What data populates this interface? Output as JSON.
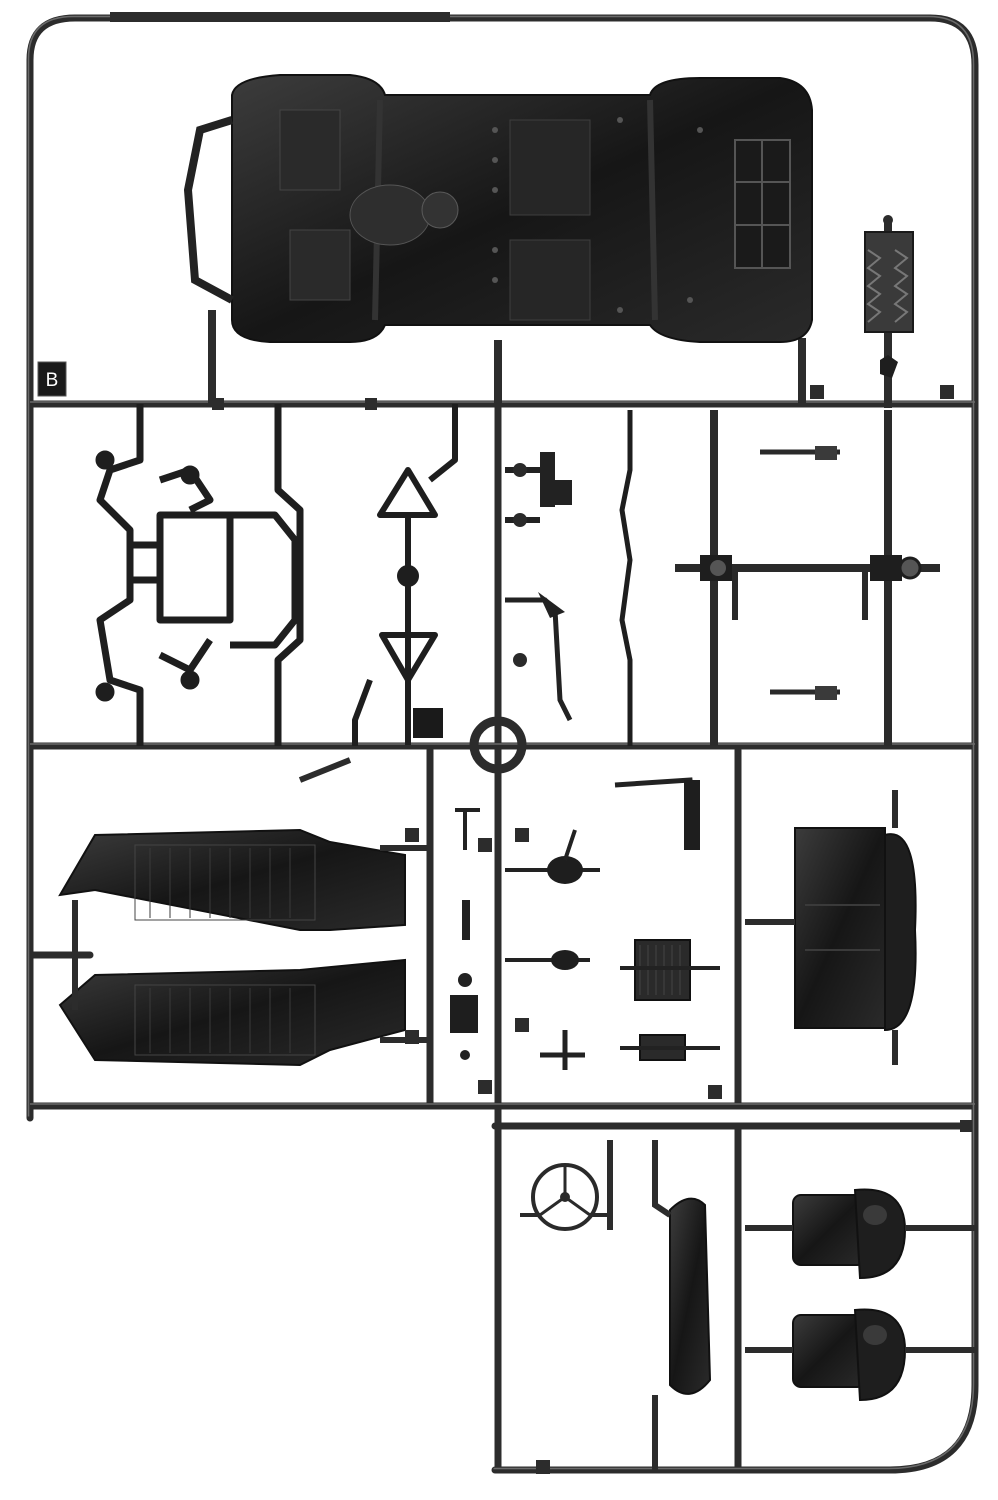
{
  "sprue": {
    "label": "B",
    "colors": {
      "runner": "#2c2c2c",
      "runner_highlight": "#6a6a6a",
      "part": "#1e1e1e",
      "part_mid": "#3a3a3a",
      "part_highlight": "#5e5e5e",
      "background": "#ffffff"
    },
    "parts": [
      {
        "name": "car-chassis-floor-pan"
      },
      {
        "name": "radiator-grille"
      },
      {
        "name": "front-axle-frame"
      },
      {
        "name": "suspension-a-arms"
      },
      {
        "name": "steering-column-parts"
      },
      {
        "name": "tie-rod"
      },
      {
        "name": "rear-axle"
      },
      {
        "name": "left-running-board"
      },
      {
        "name": "right-running-board"
      },
      {
        "name": "spare-wheel-rim"
      },
      {
        "name": "steering-wheel"
      },
      {
        "name": "door-panel"
      },
      {
        "name": "front-seat-1"
      },
      {
        "name": "front-seat-2"
      },
      {
        "name": "engine-small-parts"
      },
      {
        "name": "radiator-core"
      }
    ]
  }
}
